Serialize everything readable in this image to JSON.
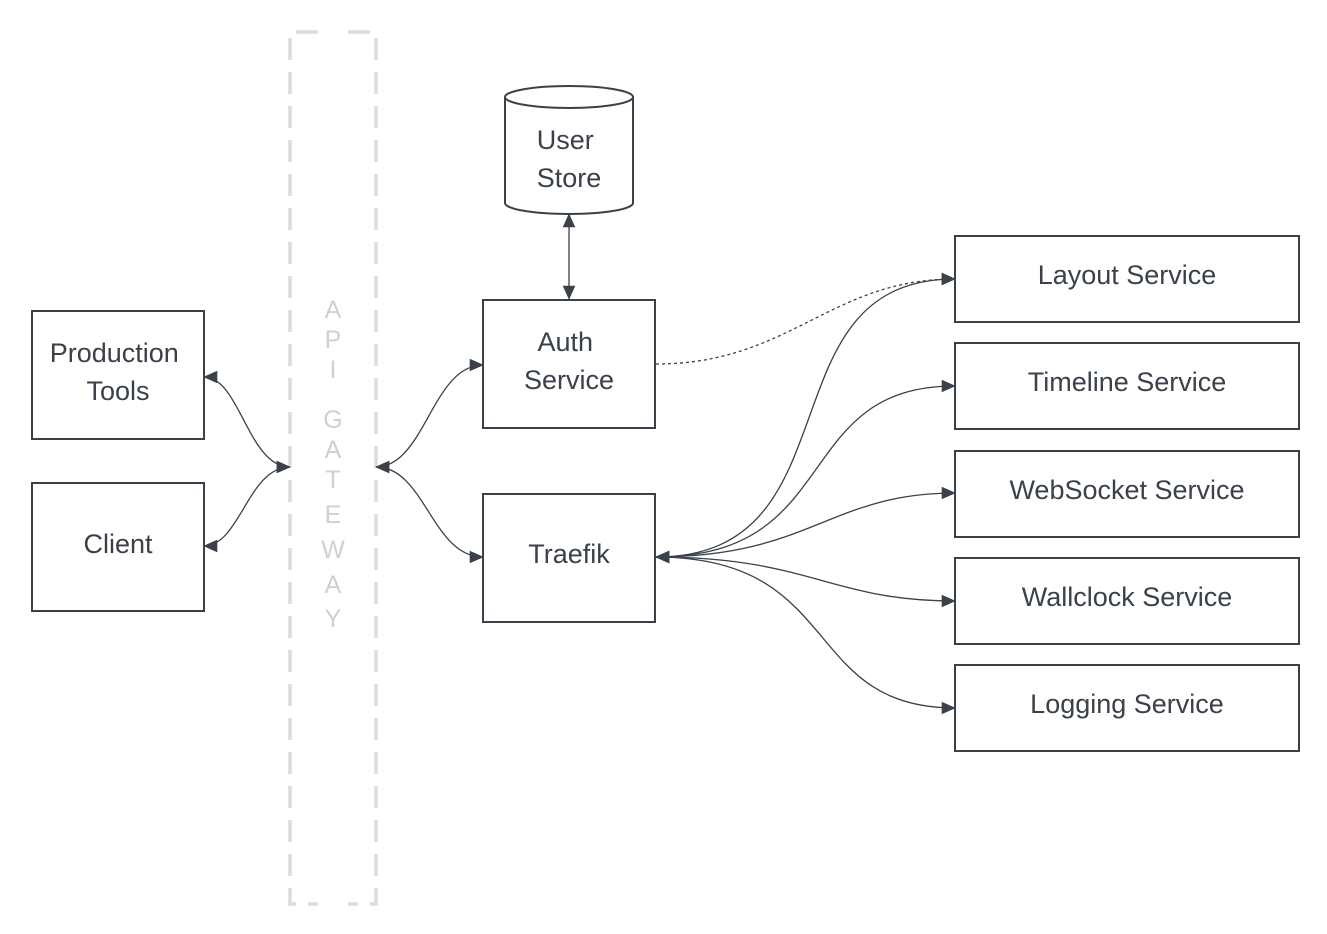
{
  "colors": {
    "stroke": "#3a414a",
    "text": "#3a414a",
    "gateway": "#d0d0d0",
    "background": "#ffffff"
  },
  "gateway": {
    "label": "API GATEWAY",
    "letters": [
      "A",
      "P",
      "I",
      "G",
      "A",
      "T",
      "E",
      "W",
      "A",
      "Y"
    ]
  },
  "nodes": {
    "production_tools": [
      "Production",
      "Tools"
    ],
    "client": [
      "Client"
    ],
    "user_store": [
      "User",
      "Store"
    ],
    "auth_service": [
      "Auth",
      "Service"
    ],
    "traefik": [
      "Traefik"
    ],
    "layout_service": [
      "Layout Service"
    ],
    "timeline_service": [
      "Timeline Service"
    ],
    "websocket_service": [
      "WebSocket Service"
    ],
    "wallclock_service": [
      "Wallclock Service"
    ],
    "logging_service": [
      "Logging Service"
    ]
  },
  "edges": [
    {
      "from": "production_tools",
      "to": "gateway",
      "style": "solid",
      "arrows": "both"
    },
    {
      "from": "client",
      "to": "gateway",
      "style": "solid",
      "arrows": "both"
    },
    {
      "from": "gateway",
      "to": "auth_service",
      "style": "solid",
      "arrows": "both"
    },
    {
      "from": "gateway",
      "to": "traefik",
      "style": "solid",
      "arrows": "both"
    },
    {
      "from": "user_store",
      "to": "auth_service",
      "style": "solid",
      "arrows": "both"
    },
    {
      "from": "auth_service",
      "to": "layout_service",
      "style": "dashed",
      "arrows": "end"
    },
    {
      "from": "traefik",
      "to": "layout_service",
      "style": "solid",
      "arrows": "both"
    },
    {
      "from": "traefik",
      "to": "timeline_service",
      "style": "solid",
      "arrows": "both"
    },
    {
      "from": "traefik",
      "to": "websocket_service",
      "style": "solid",
      "arrows": "both"
    },
    {
      "from": "traefik",
      "to": "wallclock_service",
      "style": "solid",
      "arrows": "both"
    },
    {
      "from": "traefik",
      "to": "logging_service",
      "style": "solid",
      "arrows": "both"
    }
  ]
}
